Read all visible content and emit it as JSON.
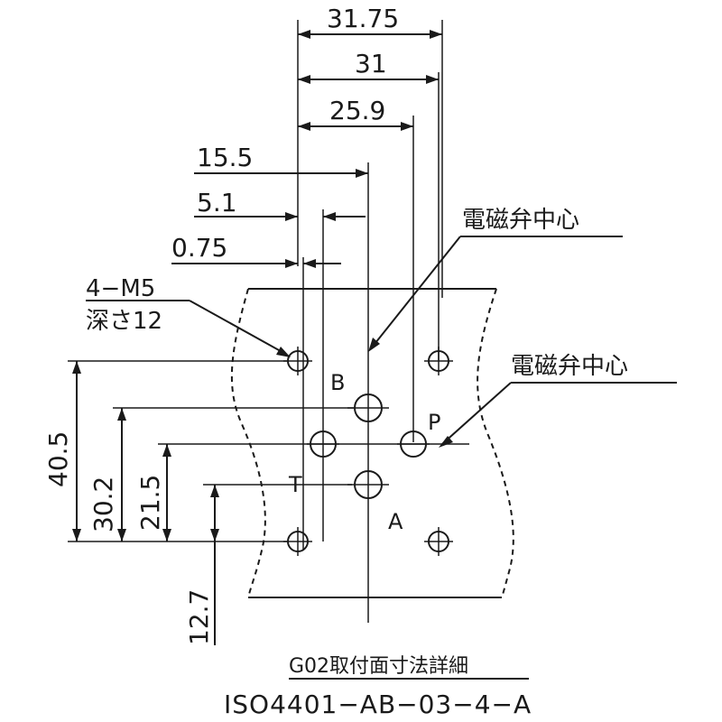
{
  "dimensions": {
    "horizontal": [
      "31.75",
      "31",
      "25.9",
      "15.5",
      "5.1",
      "0.75"
    ],
    "vertical": [
      "40.5",
      "30.2",
      "21.5",
      "12.7"
    ]
  },
  "annotations": {
    "solenoid_center_1": "電磁弁中心",
    "solenoid_center_2": "電磁弁中心",
    "thread_spec": "4−M5",
    "thread_depth": "深さ12"
  },
  "ports": {
    "b": "B",
    "p": "P",
    "t": "T",
    "a": "A"
  },
  "caption": {
    "title": "G02取付面寸法詳細",
    "standard": "ISO4401−AB−03−4−A"
  }
}
